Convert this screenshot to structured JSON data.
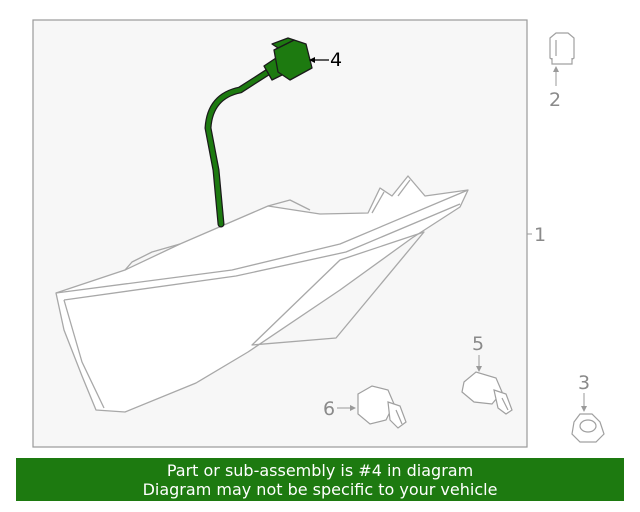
{
  "callouts": {
    "one": "1",
    "two": "2",
    "three": "3",
    "four": "4",
    "five": "5",
    "six": "6"
  },
  "banner": {
    "line1": "Part or sub-assembly is #4 in diagram",
    "line2": "Diagram may not be specific to your vehicle"
  },
  "colors": {
    "highlight": "#1d7a10",
    "outline": "#9a9a9a",
    "panel": "#f7f7f7"
  }
}
